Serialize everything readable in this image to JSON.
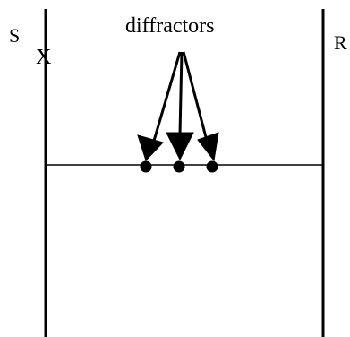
{
  "labels": {
    "source": "S",
    "receiver": "R",
    "source_marker": "X",
    "diffractors": "diffractors"
  },
  "colors": {
    "ink": "#000000",
    "background": "#ffffff"
  },
  "diffractor_count": 3
}
